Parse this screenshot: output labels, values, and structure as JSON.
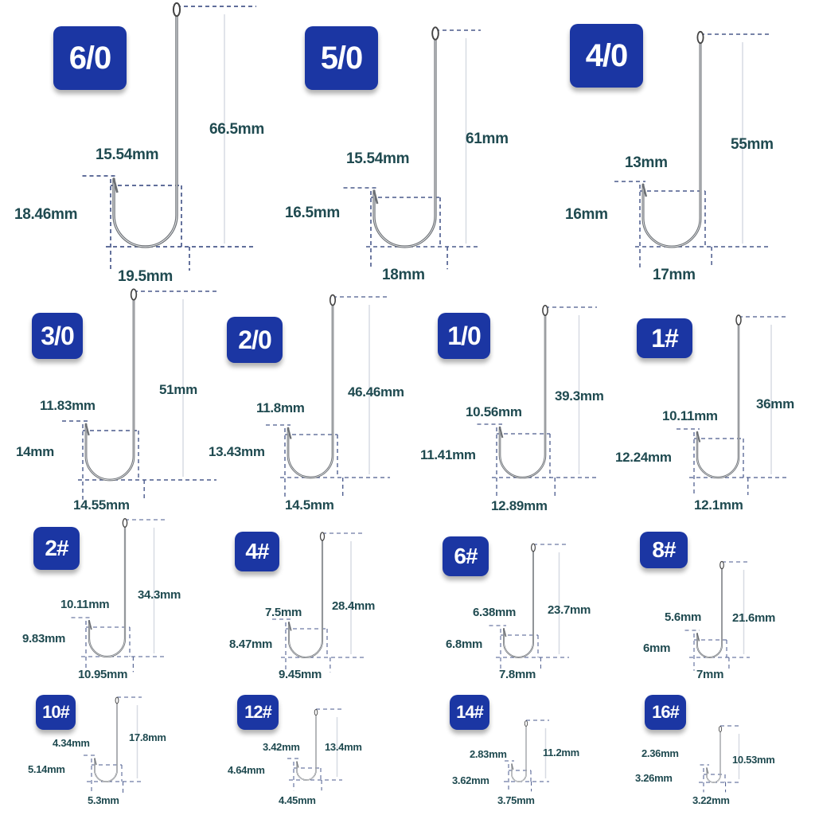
{
  "colors": {
    "badge": "#1b36a3",
    "label_text": "#1f4a50",
    "dimension_line": "#4a5a8c",
    "hook": "#6b6f74"
  },
  "hooks": [
    {
      "size": "6/0",
      "length": "66.5mm",
      "gap": "15.54mm",
      "bend_height": "18.46mm",
      "width": "19.5mm"
    },
    {
      "size": "5/0",
      "length": "61mm",
      "gap": "15.54mm",
      "bend_height": "16.5mm",
      "width": "18mm"
    },
    {
      "size": "4/0",
      "length": "55mm",
      "gap": "13mm",
      "bend_height": "16mm",
      "width": "17mm"
    },
    {
      "size": "3/0",
      "length": "51mm",
      "gap": "11.83mm",
      "bend_height": "14mm",
      "width": "14.55mm"
    },
    {
      "size": "2/0",
      "length": "46.46mm",
      "gap": "11.8mm",
      "bend_height": "13.43mm",
      "width": "14.5mm"
    },
    {
      "size": "1/0",
      "length": "39.3mm",
      "gap": "10.56mm",
      "bend_height": "11.41mm",
      "width": "12.89mm"
    },
    {
      "size": "1#",
      "length": "36mm",
      "gap": "10.11mm",
      "bend_height": "12.24mm",
      "width": "12.1mm"
    },
    {
      "size": "2#",
      "length": "34.3mm",
      "gap": "10.11mm",
      "bend_height": "9.83mm",
      "width": "10.95mm"
    },
    {
      "size": "4#",
      "length": "28.4mm",
      "gap": "7.5mm",
      "bend_height": "8.47mm",
      "width": "9.45mm"
    },
    {
      "size": "6#",
      "length": "23.7mm",
      "gap": "6.38mm",
      "bend_height": "6.8mm",
      "width": "7.8mm"
    },
    {
      "size": "8#",
      "length": "21.6mm",
      "gap": "5.6mm",
      "bend_height": "6mm",
      "width": "7mm"
    },
    {
      "size": "10#",
      "length": "17.8mm",
      "gap": "4.34mm",
      "bend_height": "5.14mm",
      "width": "5.3mm"
    },
    {
      "size": "12#",
      "length": "13.4mm",
      "gap": "3.42mm",
      "bend_height": "4.64mm",
      "width": "4.45mm"
    },
    {
      "size": "14#",
      "length": "11.2mm",
      "gap": "2.83mm",
      "bend_height": "3.62mm",
      "width": "3.75mm"
    },
    {
      "size": "16#",
      "length": "10.53mm",
      "gap": "2.36mm",
      "bend_height": "3.26mm",
      "width": "3.22mm"
    }
  ]
}
